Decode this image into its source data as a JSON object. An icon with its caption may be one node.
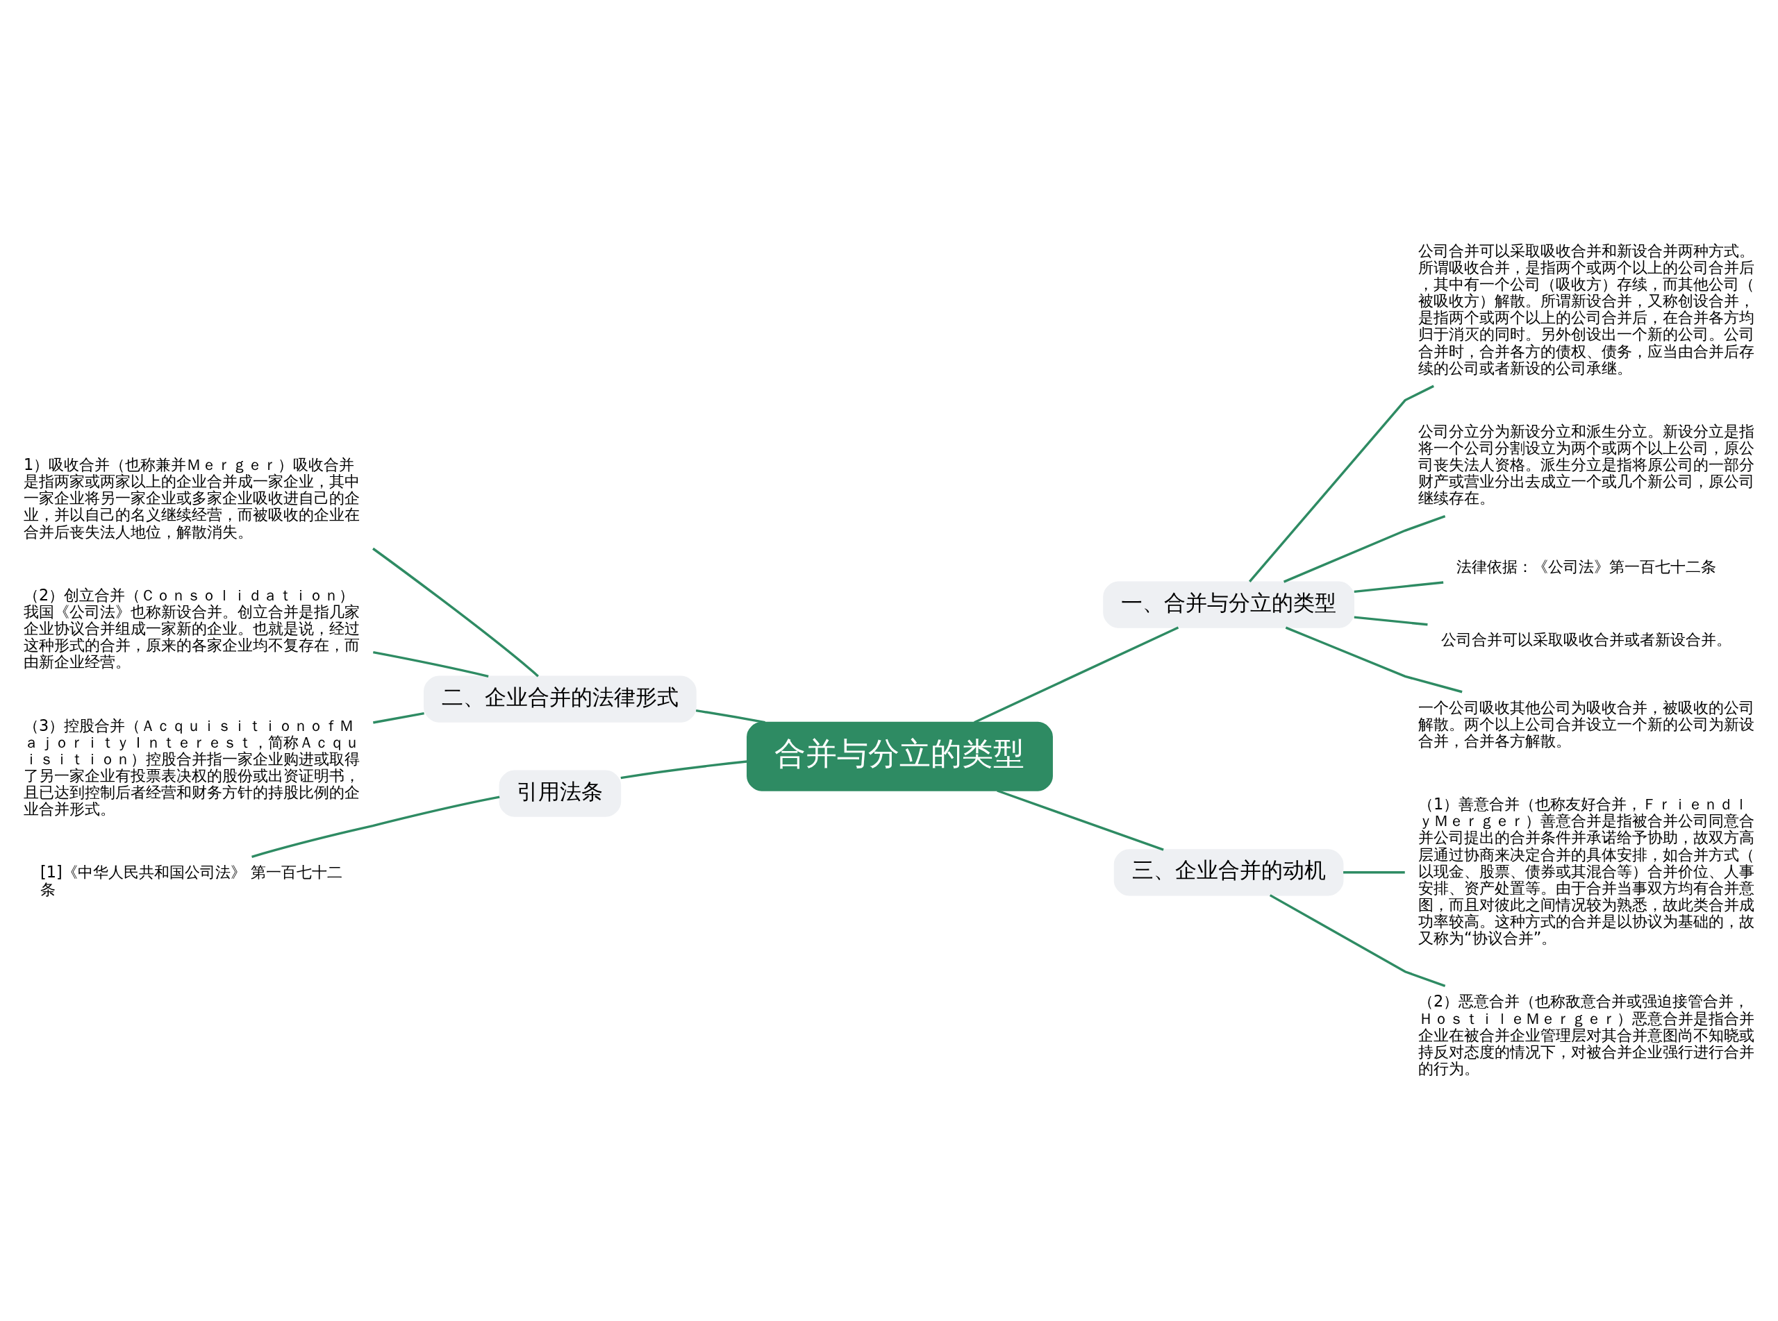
{
  "diagram": {
    "nodes": [
      {
        "text": [
          "合并与分立的类型"
        ]
      },
      {
        "text": [
          "一、合并与分立的类型"
        ]
      },
      {
        "text": [
          "公司合并可以采取吸收合并和新设合并两种方式。所谓吸收合并，是指两个或两个以上的公司合并后，其中有一个公司（吸收方）存续，而其他公司（被吸收方）解散。所谓新设合并，又称创设合并，是指两个或两个以上的公司合并后，在合并各方均归于消灭的同时。另外创设出一个新的公司。公司合并时，合并各方的债权、债务，应当由合并后存续的公司或者新设的公司承继。"
        ]
      },
      {
        "text": [
          "公司分立分为新设分立和派生分立。新设分立是指将一个公司分割设立为两个或两个以上公司，原公司丧失法人资格。派生分立是指将原公司的一部分财产或营业分出去成立一个或几个新公司，原公司继续存在。"
        ]
      },
      {
        "text": [
          "法律依据：《公司法》第一百七十二条"
        ]
      },
      {
        "text": [
          "公司合并可以采取吸收合并或者新设合并。"
        ]
      },
      {
        "text": [
          "一个公司吸收其他公司为吸收合并，被吸收的公司解散。两个以上公司合并设立一个新的公司为新设合并，合并各方解散。"
        ]
      },
      {
        "text": [
          "二、企业合并的法律形式"
        ]
      },
      {
        "text": [
          "1）吸收合并（也称兼并Ｍｅｒｇｅｒ）吸收合并是指两家或两家以上的企业合并成一家企业，其中一家企业将另一家企业或多家企业吸收进自己的企业，并以自己的名义继续经营，而被吸收的企业在合并后丧失法人地位，解散消失。"
        ]
      },
      {
        "text": [
          "（2）创立合并（Ｃｏｎｓｏｌｉｄａｔｉｏｎ）我国《公司法》也称新设合并。创立合并是指几家企业协议合并组成一家新的企业。也就是说，经过这种形式的合并，原来的各家企业均不复存在，而由新企业经营。"
        ]
      },
      {
        "text": [
          "（3）控股合并（ＡｃｑｕｉｓｉｔｉｏｎｏｆＭａｊｏｒｉｔｙＩｎｔｅｒｅｓｔ，简称Ａｃｑｕｉｓｉｔｉｏｎ）控股合并指一家企业购进或取得了另一家企业有投票表决权的股份或出资证明书，且已达到控制后者经营和财务方针的持股比例的企业合并形式。"
        ]
      },
      {
        "text": [
          "引用法条"
        ]
      },
      {
        "text": [
          "[1]《中华人民共和国公司法》 第一百七十二条"
        ]
      },
      {
        "text": [
          "三、企业合并的动机"
        ]
      },
      {
        "text": [
          "（1）善意合并（也称友好合并，ＦｒｉｅｎｄｌｙＭｅｒｇｅｒ）善意合并是指被合并公司同意合并公司提出的合并条件并承诺给予协助，故双方高层通过协商来决定合并的具体安排，如合并方式（以现金、股票、债券或其混合等）合并价位、人事安排、资产处置等。由于合并当事双方均有合并意图，而且对彼此之间情况较为熟悉，故此类合并成功率较高。这种方式的合并是以协议为基础的，故又称为“协议合并”。"
        ]
      },
      {
        "text": [
          "（2）恶意合并（也称敌意合并或强迫接管合并，ＨｏｓｔｉｌｅＭｅｒｇｅｒ）恶意合并是指合并企业在被合并企业管理层对其合并意图尚不知晓或持反对态度的情况下，对被合并企业强行进行合并的行为。"
        ]
      }
    ],
    "edges": [
      {
        "from": 0,
        "to": 1,
        "arrow": "none"
      },
      {
        "from": 1,
        "to": 2,
        "arrow": "none"
      },
      {
        "from": 1,
        "to": 3,
        "arrow": "none"
      },
      {
        "from": 1,
        "to": 4,
        "arrow": "none"
      },
      {
        "from": 1,
        "to": 5,
        "arrow": "none"
      },
      {
        "from": 1,
        "to": 6,
        "arrow": "none"
      },
      {
        "from": 0,
        "to": 7,
        "arrow": "none"
      },
      {
        "from": 7,
        "to": 8,
        "arrow": "none"
      },
      {
        "from": 7,
        "to": 9,
        "arrow": "none"
      },
      {
        "from": 7,
        "to": 10,
        "arrow": "none"
      },
      {
        "from": 0,
        "to": 11,
        "arrow": "none"
      },
      {
        "from": 11,
        "to": 12,
        "arrow": "none"
      },
      {
        "from": 0,
        "to": 13,
        "arrow": "none"
      },
      {
        "from": 13,
        "to": 14,
        "arrow": "none"
      },
      {
        "from": 13,
        "to": 15,
        "arrow": "none"
      }
    ]
  }
}
